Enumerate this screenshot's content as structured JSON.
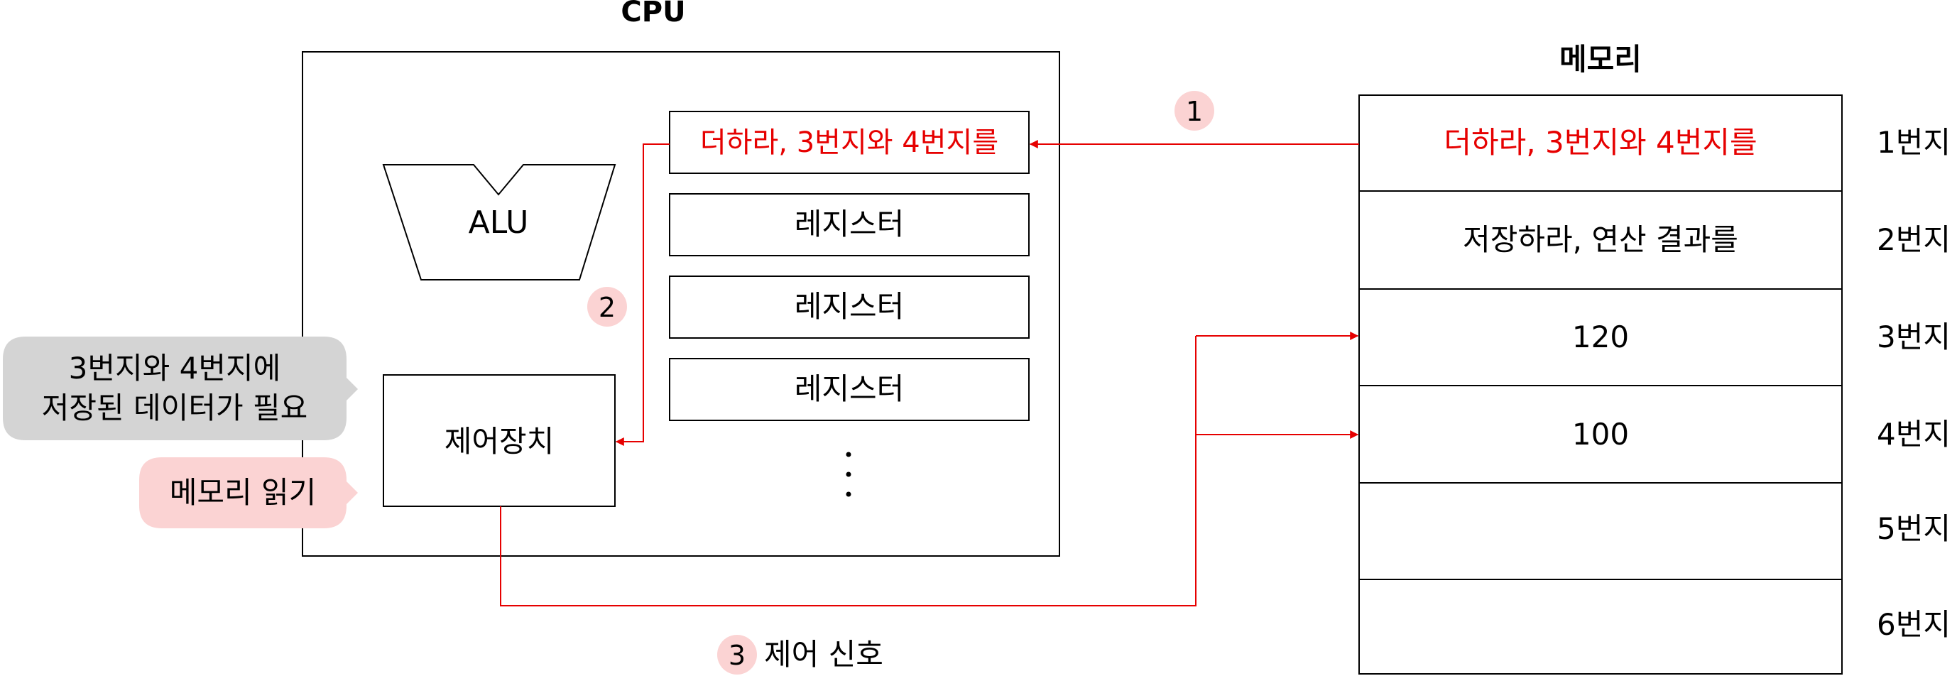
{
  "cpu": {
    "title": "CPU",
    "alu_label": "ALU",
    "control_unit_label": "제어장치",
    "instruction_register": "더하라, 3번지와 4번지를",
    "registers": [
      "레지스터",
      "레지스터",
      "레지스터"
    ],
    "ellipsis": "⋮"
  },
  "memory": {
    "title": "메모리",
    "cells": [
      {
        "content": "더하라, 3번지와 4번지를",
        "address": "1번지",
        "highlight": true
      },
      {
        "content": "저장하라, 연산 결과를",
        "address": "2번지",
        "highlight": false
      },
      {
        "content": "120",
        "address": "3번지",
        "highlight": false
      },
      {
        "content": "100",
        "address": "4번지",
        "highlight": false
      },
      {
        "content": "",
        "address": "5번지",
        "highlight": false
      },
      {
        "content": "",
        "address": "6번지",
        "highlight": false
      }
    ]
  },
  "steps": {
    "step1": "1",
    "step2": "2",
    "step3": "3",
    "step3_label": "제어 신호"
  },
  "callouts": {
    "need_data_line1": "3번지와 4번지에",
    "need_data_line2": "저장된 데이터가 필요",
    "read_memory": "메모리 읽기"
  },
  "colors": {
    "accent": "#e60000",
    "badge": "#fbd3d3",
    "gray_bubble": "#d4d4d4",
    "pink_bubble": "#fbd3d3",
    "stroke": "#000000"
  }
}
